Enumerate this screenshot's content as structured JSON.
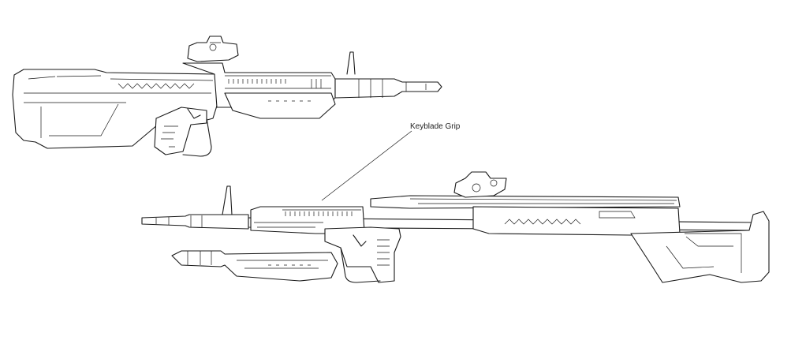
{
  "callout": {
    "label": "Keyblade Grip"
  },
  "colors": {
    "line": "#1a1a1a",
    "background": "#ffffff"
  },
  "diagram": {
    "top_view": "assembled-rifle",
    "bottom_view": "exploded-rifle"
  }
}
